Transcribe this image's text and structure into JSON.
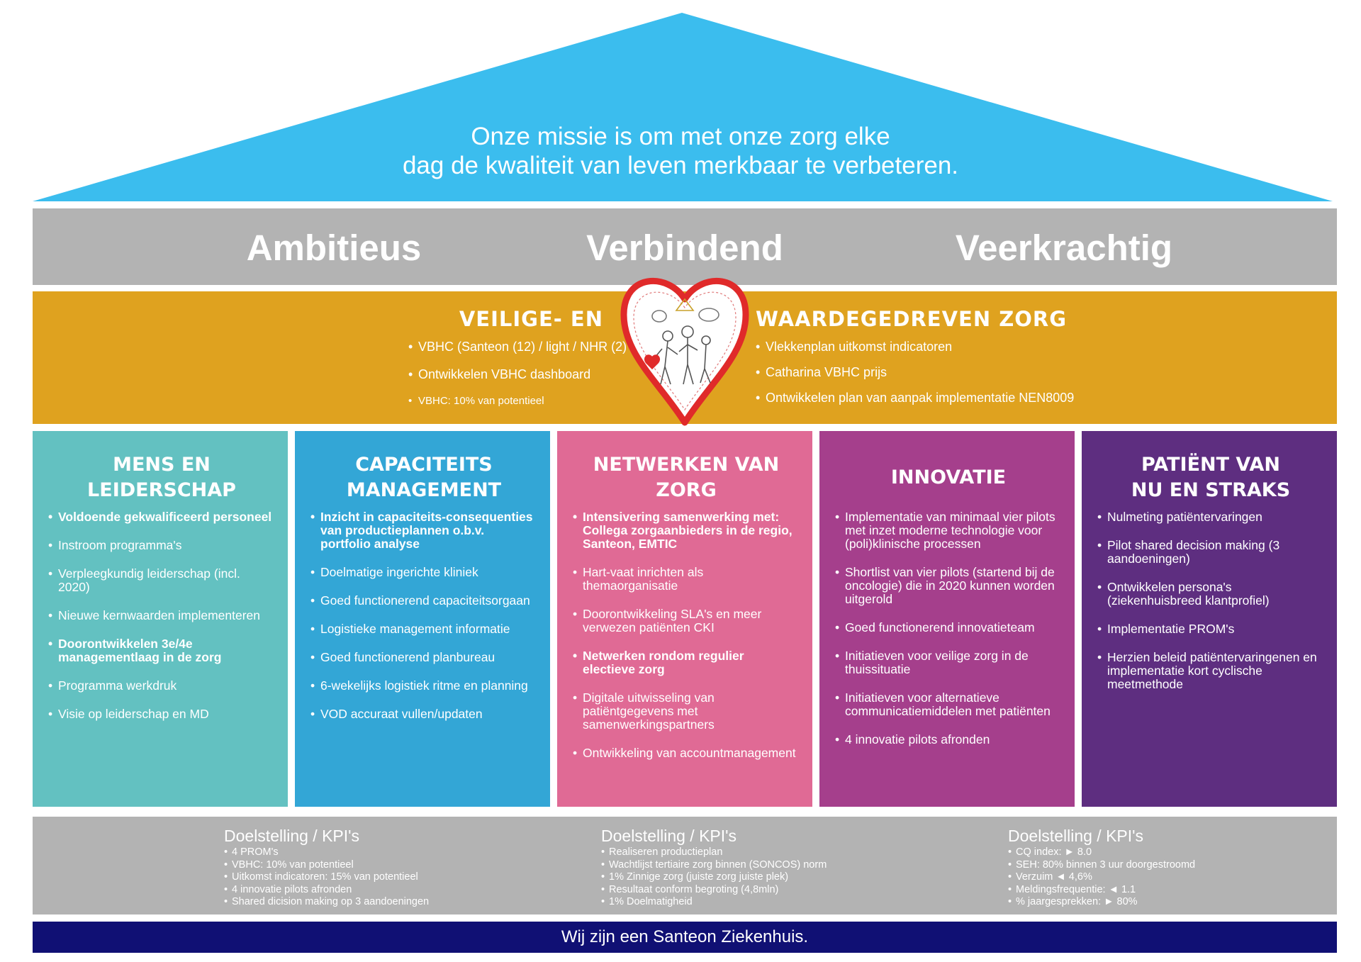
{
  "mission": {
    "line1": "Onze missie is om met onze zorg elke",
    "line2": "dag de kwaliteit van leven merkbaar te verbeteren."
  },
  "values": [
    "Ambitieus",
    "Verbindend",
    "Veerkrachtig"
  ],
  "zorg": {
    "title_left": "VEILIGE- EN",
    "title_right": "WAARDEGEDREVEN ZORG",
    "left_items": [
      "VBHC (Santeon (12) / light / NHR (2)",
      "Ontwikkelen VBHC dashboard",
      "VBHC: 10% van potentieel"
    ],
    "right_items": [
      "Vlekkenplan uitkomst indicatoren",
      "Catharina VBHC prijs",
      "Ontwikkelen plan van aanpak implementatie NEN8009"
    ]
  },
  "pillars": [
    {
      "title": [
        "MENS EN LEIDERSCHAP"
      ],
      "items": [
        {
          "text": "Voldoende gekwalificeerd personeel",
          "bold": true
        },
        {
          "text": "Instroom programma's",
          "bold": false
        },
        {
          "text": "Verpleegkundig leiderschap (incl. 2020)",
          "bold": false
        },
        {
          "text": "Nieuwe kernwaarden implementeren",
          "bold": false
        },
        {
          "text": "Doorontwikkelen 3e/4e managementlaag in de zorg",
          "bold": true
        },
        {
          "text": "Programma werkdruk",
          "bold": false
        },
        {
          "text": "Visie op leiderschap en MD",
          "bold": false
        }
      ]
    },
    {
      "title": [
        "CAPACITEITS",
        "MANAGEMENT"
      ],
      "items": [
        {
          "text": "Inzicht in capaciteits-consequenties van productieplannen o.b.v. portfolio analyse",
          "bold": true
        },
        {
          "text": "Doelmatige ingerichte kliniek",
          "bold": false
        },
        {
          "text": "Goed functionerend capaciteitsorgaan",
          "bold": false
        },
        {
          "text": "Logistieke management informatie",
          "bold": false
        },
        {
          "text": "Goed functionerend planbureau",
          "bold": false
        },
        {
          "text": "6-wekelijks logistiek ritme en planning",
          "bold": false
        },
        {
          "text": "VOD accuraat vullen/updaten",
          "bold": false
        }
      ]
    },
    {
      "title": [
        "NETWERKEN VAN ZORG"
      ],
      "items": [
        {
          "text": "Intensivering samenwerking met: Collega zorgaanbieders in de regio, Santeon, EMTIC",
          "bold": true
        },
        {
          "text": "Hart-vaat inrichten als themaorganisatie",
          "bold": false
        },
        {
          "text": "Doorontwikkeling SLA's en meer verwezen patiënten CKI",
          "bold": false
        },
        {
          "text": "Netwerken rondom regulier electieve zorg",
          "bold": true
        },
        {
          "text": "Digitale uitwisseling van patiëntgegevens met samenwerkingspartners",
          "bold": false
        },
        {
          "text": "Ontwikkeling van accountmanagement",
          "bold": false
        }
      ]
    },
    {
      "title": [
        "INNOVATIE"
      ],
      "items": [
        {
          "text": "Implementatie van minimaal vier pilots met inzet moderne technologie voor (poli)klinische processen",
          "bold": false
        },
        {
          "text": "Shortlist van vier pilots (startend bij de oncologie) die in 2020 kunnen worden uitgerold",
          "bold": false
        },
        {
          "text": "Goed functionerend innovatieteam",
          "bold": false
        },
        {
          "text": "Initiatieven voor veilige zorg in de thuissituatie",
          "bold": false
        },
        {
          "text": "Initiatieven voor alternatieve communicatiemiddelen met patiënten",
          "bold": false
        },
        {
          "text": "4 innovatie pilots afronden",
          "bold": false
        }
      ]
    },
    {
      "title": [
        "PATIËNT VAN",
        "NU EN STRAKS"
      ],
      "items": [
        {
          "text": "Nulmeting patiëntervaringen",
          "bold": false
        },
        {
          "text": "Pilot shared decision making (3 aandoeningen)",
          "bold": false
        },
        {
          "text": "Ontwikkelen persona's (ziekenhuisbreed klantprofiel)",
          "bold": false
        },
        {
          "text": "Implementatie PROM's",
          "bold": false
        },
        {
          "text": "Herzien beleid patiëntervaringenen en implementatie kort cyclische meetmethode",
          "bold": false
        }
      ]
    }
  ],
  "kpis": [
    {
      "title": "Doelstelling / KPI's",
      "items": [
        "4 PROM's",
        "VBHC: 10% van potentieel",
        " Uitkomst indicatoren: 15% van potentieel",
        "4 innovatie pilots afronden",
        "Shared dicision making op 3 aandoeningen"
      ]
    },
    {
      "title": "Doelstelling / KPI's",
      "items": [
        "Realiseren productieplan",
        "Wachtlijst tertiaire zorg binnen (SONCOS) norm",
        "1% Zinnige zorg (juiste zorg juiste plek)",
        "Resultaat conform begroting (4,8mln)",
        "1% Doelmatigheid"
      ]
    },
    {
      "title": "Doelstelling / KPI's",
      "items": [
        "CQ index: ► 8.0",
        "SEH: 80% binnen 3 uur doorgestroomd",
        "Verzuim ◄ 4,6%",
        "Meldingsfrequentie: ◄ 1.1",
        "% jaargesprekken: ► 80%"
      ]
    }
  ],
  "footer": "Wij zijn een Santeon Ziekenhuis.",
  "colors": {
    "roof": "#3bbdee",
    "values_band": "#b3b3b3",
    "zorg_band": "#dfa21f",
    "pillar_1": "#63c1c1",
    "pillar_2": "#33a6d6",
    "pillar_3": "#e06a95",
    "pillar_4": "#a53f8c",
    "pillar_5": "#5e2e80",
    "kpi_band": "#b3b3b3",
    "footer": "#101074",
    "heart": "#e02a2a"
  }
}
